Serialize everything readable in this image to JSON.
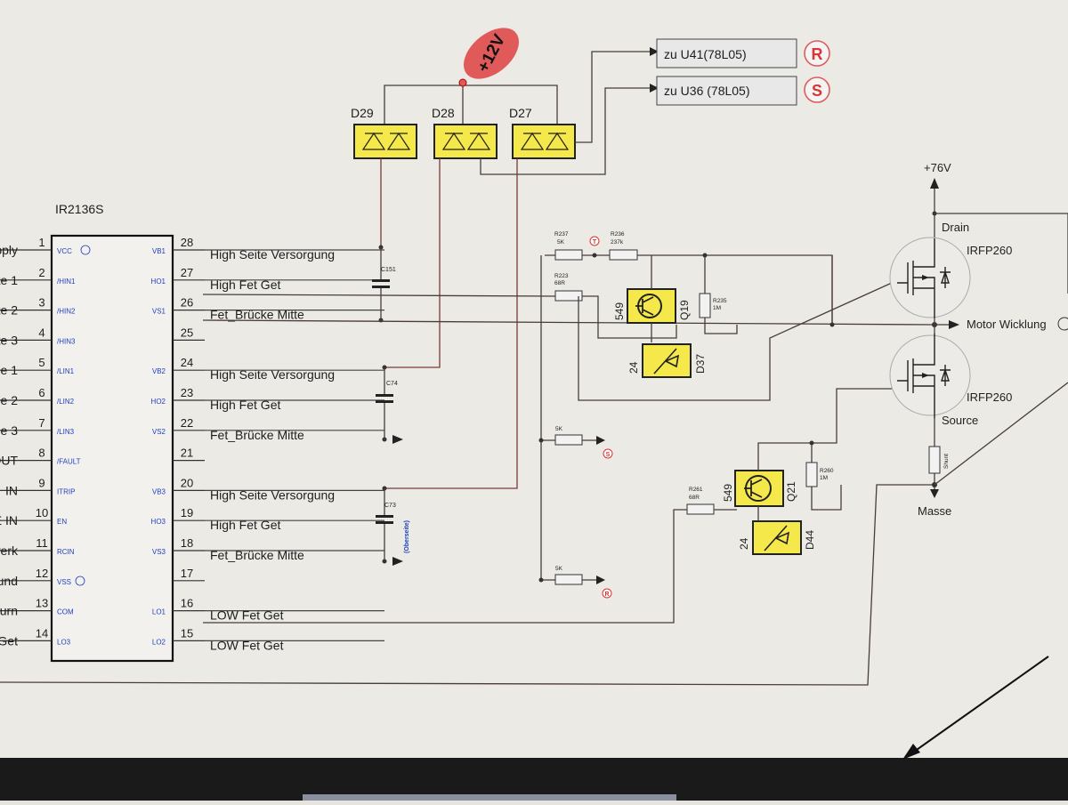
{
  "ic": {
    "title": "IR2136S",
    "left_pins": [
      {
        "num": "1",
        "name": "VCC",
        "ext": "pply"
      },
      {
        "num": "2",
        "name": "/HIN1",
        "ext": "te 1"
      },
      {
        "num": "3",
        "name": "/HIN2",
        "ext": "te 2"
      },
      {
        "num": "4",
        "name": "/HIN3",
        "ext": "te 3"
      },
      {
        "num": "5",
        "name": "/LIN1",
        "ext": "e 1"
      },
      {
        "num": "6",
        "name": "/LIN2",
        "ext": "e 2"
      },
      {
        "num": "7",
        "name": "/LIN3",
        "ext": "e 3"
      },
      {
        "num": "8",
        "name": "/FAULT",
        "ext": "OUT"
      },
      {
        "num": "9",
        "name": "ITRIP",
        "ext": "IN"
      },
      {
        "num": "10",
        "name": "EN",
        "ext": "E IN"
      },
      {
        "num": "11",
        "name": "RCIN",
        "ext": "werk"
      },
      {
        "num": "12",
        "name": "VSS",
        "ext": "und"
      },
      {
        "num": "13",
        "name": "COM",
        "ext": "turn"
      },
      {
        "num": "14",
        "name": "LO3",
        "ext": "Get"
      }
    ],
    "right_pins": [
      {
        "num": "28",
        "name": "VB1",
        "net": "High Seite Versorgung"
      },
      {
        "num": "27",
        "name": "HO1",
        "net": "High Fet Get"
      },
      {
        "num": "26",
        "name": "VS1",
        "net": "Fet_Brücke Mitte"
      },
      {
        "num": "25",
        "name": "",
        "net": ""
      },
      {
        "num": "24",
        "name": "VB2",
        "net": "High Seite Versorgung"
      },
      {
        "num": "23",
        "name": "HO2",
        "net": "High Fet Get"
      },
      {
        "num": "22",
        "name": "VS2",
        "net": "Fet_Brücke Mitte"
      },
      {
        "num": "21",
        "name": "",
        "net": ""
      },
      {
        "num": "20",
        "name": "VB3",
        "net": "High Seite Versorgung"
      },
      {
        "num": "19",
        "name": "HO3",
        "net": "High Fet Get"
      },
      {
        "num": "18",
        "name": "VS3",
        "net": "Fet_Brücke Mitte"
      },
      {
        "num": "17",
        "name": "",
        "net": ""
      },
      {
        "num": "16",
        "name": "LO1",
        "net": "LOW Fet Get"
      },
      {
        "num": "15",
        "name": "LO2",
        "net": "LOW Fet Get"
      }
    ]
  },
  "supply": {
    "label": "+12V",
    "color": "#e05a5a"
  },
  "diodes": [
    "D29",
    "D28",
    "D27"
  ],
  "outputs": [
    {
      "text": "zu U41(78L05)",
      "marker": "R"
    },
    {
      "text": "zu U36 (78L05)",
      "marker": "S"
    }
  ],
  "caps": {
    "c151": "C151",
    "c74": "C74",
    "c73": "C73",
    "c73_note": "(Oberseite)"
  },
  "resistors": {
    "r237": [
      "R237",
      "5K"
    ],
    "r236": [
      "R236",
      "237k"
    ],
    "r223": [
      "R223",
      "68R"
    ],
    "r235": [
      "R235",
      "1M"
    ],
    "r5k_s": "5K",
    "r5k_r": "5K",
    "r261": [
      "R261",
      "68R"
    ],
    "r260": [
      "R260",
      "1M"
    ],
    "shunt": "Shunt"
  },
  "markers": {
    "t": "T",
    "s": "S",
    "r": "R"
  },
  "transistors": {
    "q19": "Q19",
    "q19_type": "549",
    "q21": "Q21",
    "q21_type": "549"
  },
  "zeners": {
    "d37": "D37",
    "d37_v": "24",
    "d44": "D44",
    "d44_v": "24"
  },
  "mosfets": {
    "rail": "+76V",
    "drain": "Drain",
    "high_type": "IRFP260",
    "low_type": "IRFP260",
    "source": "Source",
    "motor": "Motor Wicklung",
    "ground": "Masse"
  }
}
